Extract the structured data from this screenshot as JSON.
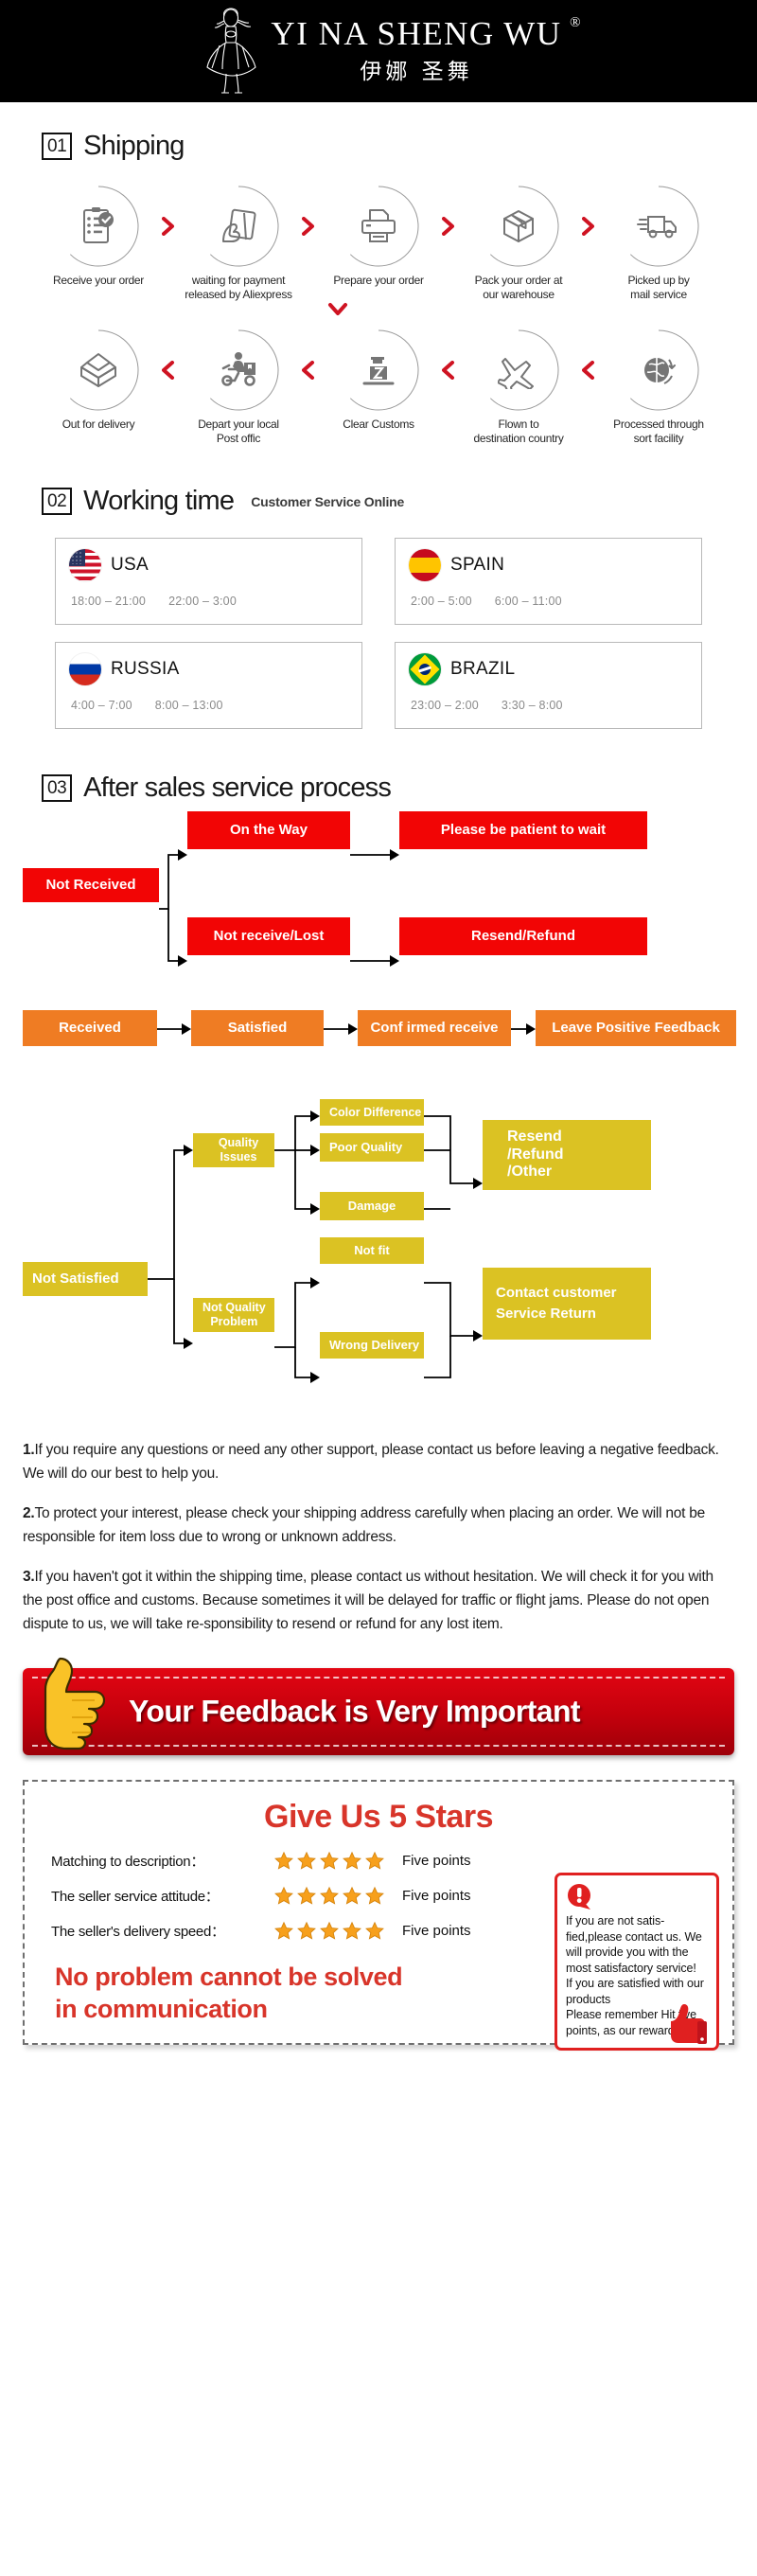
{
  "brand": {
    "name_en": "YI NA SHENG WU",
    "registered_mark": "®",
    "name_cn": "伊娜 圣舞",
    "logo_icon": "dancer-logo-icon"
  },
  "sections": {
    "shipping": {
      "number": "01",
      "title": "Shipping",
      "row1": [
        {
          "icon": "clipboard-check-icon",
          "label": "Receive your order"
        },
        {
          "icon": "hand-card-icon",
          "label": "waiting for payment\nreleased by Aliexpress"
        },
        {
          "icon": "printer-icon",
          "label": "Prepare your order"
        },
        {
          "icon": "box-icon",
          "label": "Pack your order at\nour warehouse"
        },
        {
          "icon": "truck-icon",
          "label": "Picked up by\nmail service"
        }
      ],
      "row2": [
        {
          "icon": "open-box-icon",
          "label": "Out for delivery"
        },
        {
          "icon": "scooter-courier-icon",
          "label": "Depart your local\nPost offic"
        },
        {
          "icon": "customs-officer-icon",
          "label": "Clear Customs"
        },
        {
          "icon": "airplane-icon",
          "label": "Flown to\ndestination country"
        },
        {
          "icon": "globe-arrows-icon",
          "label": "Processed through\nsort facility"
        }
      ]
    },
    "working_time": {
      "number": "02",
      "title": "Working time",
      "subtitle": "Customer Service Online",
      "cards": [
        {
          "flag": "flag-usa-icon",
          "country": "USA",
          "slot1": "18:00 – 21:00",
          "slot2": "22:00 – 3:00"
        },
        {
          "flag": "flag-spain-icon",
          "country": "SPAIN",
          "slot1": "2:00 – 5:00",
          "slot2": "6:00 – 11:00"
        },
        {
          "flag": "flag-russia-icon",
          "country": "RUSSIA",
          "slot1": "4:00 – 7:00",
          "slot2": "8:00 – 13:00"
        },
        {
          "flag": "flag-brazil-icon",
          "country": "BRAZIL",
          "slot1": "23:00 – 2:00",
          "slot2": "3:30 – 8:00"
        }
      ]
    },
    "after_sales": {
      "number": "03",
      "title": "After sales service process",
      "flow_red": {
        "root": "Not Received",
        "branch1": "On the Way",
        "branch1_result": "Please be patient to wait",
        "branch2": "Not receive/Lost",
        "branch2_result": "Resend/Refund"
      },
      "flow_orange": {
        "step1": "Received",
        "step2": "Satisfied",
        "step3": "Conf irmed receive",
        "step4": "Leave Positive Feedback"
      },
      "flow_yellow": {
        "root": "Not Satisfied",
        "quality_issues": "Quality Issues",
        "q1": "Color Difference",
        "q2": "Poor Quality",
        "q3": "Damage",
        "q_result": "Resend\n/Refund\n/Other",
        "not_quality": "Not Quality\nProblem",
        "n1": "Not fit",
        "n2": "Wrong Delivery",
        "n_result": "Contact customer\nService Return"
      }
    }
  },
  "notes": [
    {
      "num": "1.",
      "text": "If you require any questions or need any other support, please contact us before leaving a negative feedback. We will do our best to help you."
    },
    {
      "num": "2.",
      "text": "To protect your interest, please check your shipping address carefully when placing an order. We will not be responsible for item loss due to wrong or unknown address."
    },
    {
      "num": "3.",
      "text": "If you haven't got it within the shipping time, please contact us without hesitation. We will check it for you with the post office and customs. Because sometimes it will be delayed for traffic or flight jams. Please do not open dispute to us, we will take re-sponsibility to resend or refund for any lost item."
    }
  ],
  "feedback_banner": {
    "text": "Your Feedback is Very Important",
    "icon": "thumbs-up-icon"
  },
  "stars_box": {
    "title": "Give Us 5 Stars",
    "rows": [
      {
        "label": "Matching to description：",
        "stars": 5,
        "points": "Five points"
      },
      {
        "label": "The seller service attitude：",
        "stars": 5,
        "points": "Five points"
      },
      {
        "label": "The seller's delivery speed：",
        "stars": 5,
        "points": "Five points"
      }
    ],
    "slogan_line1": "No problem cannot be solved",
    "slogan_line2": "in communication",
    "info": {
      "icon": "exclamation-bubble-icon",
      "thumb_icon": "thumbs-up-red-icon",
      "text": "If you are not satis-fied,please contact us. We will provide you with the most satisfactory service!\nIf you are satisfied with our products\nPlease remember Hit five points, as our reward!"
    }
  },
  "colors": {
    "red": "#f20505",
    "orange": "#ef7c23",
    "yellow": "#dbc223",
    "banner_red": "#e30613",
    "star": "#f7a01c",
    "brand_black": "#000000"
  }
}
